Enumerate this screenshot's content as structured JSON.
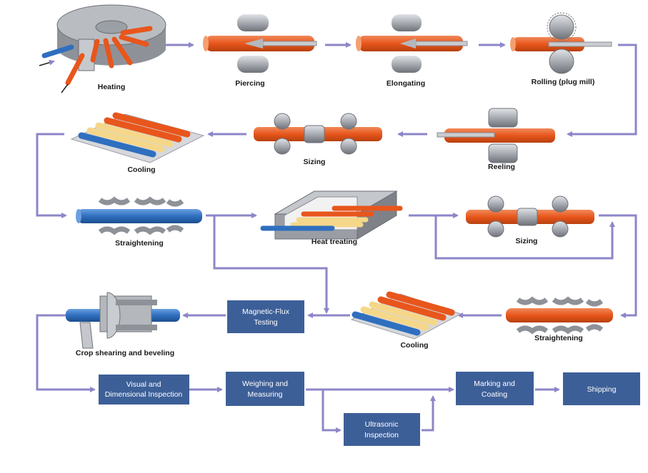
{
  "labels": {
    "heating": "Heating",
    "piercing": "Piercing",
    "elongating": "Elongating",
    "rolling": "Rolling (plug mill)",
    "reeling": "Reeling",
    "sizing1": "Sizing",
    "cooling1": "Cooling",
    "straightening1": "Straightening",
    "heat_treating": "Heat treating",
    "sizing2": "Sizing",
    "straightening2": "Straightening",
    "cooling2": "Cooling",
    "crop": "Crop shearing and beveling"
  },
  "boxes": {
    "magnetic": [
      "Magnetic-Flux",
      "Testing"
    ],
    "visual": [
      "Visual and",
      "Dimensional Inspection"
    ],
    "weighing": [
      "Weighing and",
      "Measuring"
    ],
    "ultrasonic": [
      "Ultrasonic",
      "Inspection"
    ],
    "marking": [
      "Marking and",
      "Coating"
    ],
    "shipping": [
      "Shipping"
    ]
  },
  "colors": {
    "arrow": "#8c86c8",
    "box": "#3d5f98",
    "pipe_orange": "#e8561c",
    "pipe_blue": "#2f6fbf",
    "pipe_yellow": "#f5d78a",
    "roller": "#a8acb2"
  }
}
